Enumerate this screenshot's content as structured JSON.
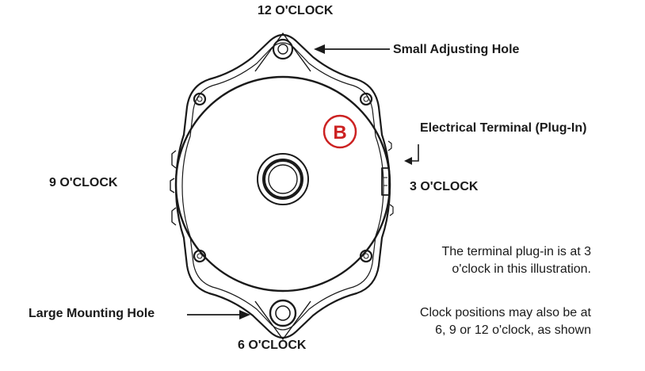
{
  "labels": {
    "twelve": "12 O'CLOCK",
    "six": "6 O'CLOCK",
    "nine": "9 O'CLOCK",
    "three": "3 O'CLOCK",
    "small_hole": "Small Adjusting Hole",
    "terminal": "Electrical Terminal (Plug-In)",
    "large_hole": "Large Mounting Hole",
    "badge": "B"
  },
  "notes": {
    "line1a": "The terminal plug-in is at 3",
    "line1b": "o'clock in this illustration.",
    "line2a": "Clock positions may also be at",
    "line2b": "6, 9 or 12 o'clock, as shown"
  },
  "colors": {
    "ink": "#1a1a1a",
    "badge": "#cc2222"
  }
}
